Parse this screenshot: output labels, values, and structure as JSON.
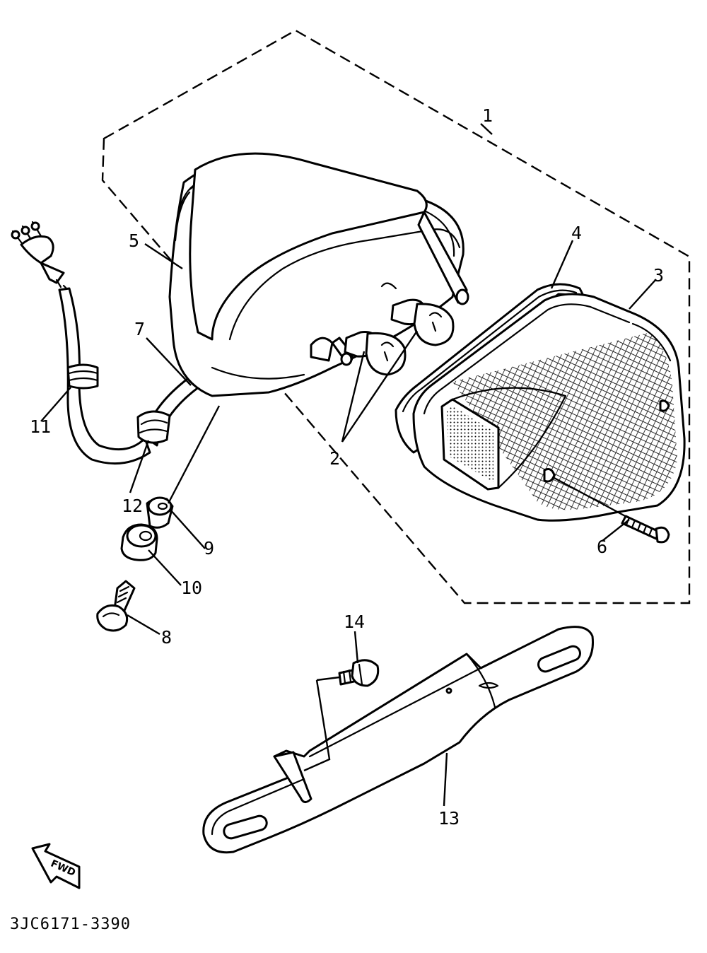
{
  "diagram": {
    "callouts": {
      "c1": "1",
      "c2": "2",
      "c3": "3",
      "c4": "4",
      "c5": "5",
      "c6": "6",
      "c7": "7",
      "c8": "8",
      "c9": "9",
      "c10": "10",
      "c11": "11",
      "c12": "12",
      "c13": "13",
      "c14": "14"
    },
    "direction_label": "FWD",
    "drawing_code": "3JC6171-3390"
  }
}
